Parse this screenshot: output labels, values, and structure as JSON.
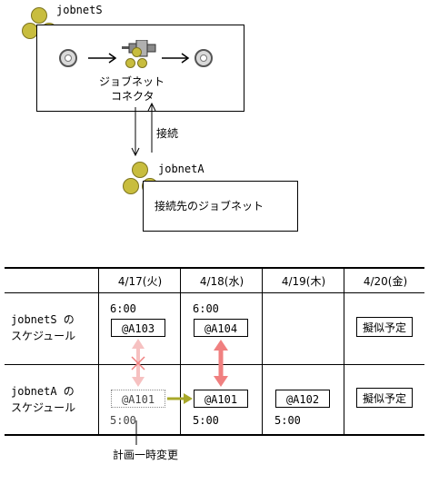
{
  "top": {
    "jobnetS_label": "jobnetS",
    "connector_line1": "ジョブネット",
    "connector_line2": "コネクタ",
    "connection_label": "接続",
    "jobnetA_label": "jobnetA",
    "target_label": "接続先のジョブネット"
  },
  "table": {
    "headers": [
      "4/17(火)",
      "4/18(水)",
      "4/19(木)",
      "4/20(金)"
    ],
    "rows": [
      {
        "line1": "jobnetS の",
        "line2": "スケジュール"
      },
      {
        "line1": "jobnetA の",
        "line2": "スケジュール"
      }
    ],
    "s_time_417": "6:00",
    "s_job_417": "@A103",
    "s_time_418": "6:00",
    "s_job_418": "@A104",
    "s_pseudo_420": "擬似予定",
    "a_job_417": "@A101",
    "a_time_417": "5:00",
    "a_job_418": "@A101",
    "a_time_418": "5:00",
    "a_job_419": "@A102",
    "a_time_419": "5:00",
    "a_pseudo_420": "擬似予定"
  },
  "caption": "計画一時変更",
  "colors": {
    "jobnet_icon": "#c8bd3e",
    "red_arrow": "#f08080",
    "pale_red_arrow": "#f6c1c1",
    "olive_arrow": "#a8a82a"
  }
}
